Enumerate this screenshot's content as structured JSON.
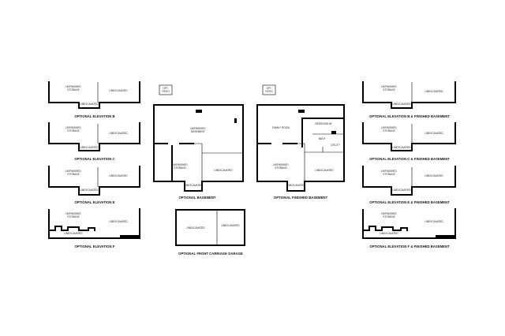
{
  "captions": {
    "elev_b": "OPTIONAL ELEVATION B",
    "elev_c": "OPTIONAL ELEVATION C",
    "elev_e": "OPTIONAL ELEVATION E",
    "elev_f": "OPTIONAL ELEVATION F",
    "basement": "OPTIONAL BASEMENT",
    "finished_basement": "OPTIONAL FINISHED BASEMENT",
    "carriage_garage": "OPTIONAL FRONT CARRIAGE GARAGE",
    "elev_b_finished": "OPTIONAL ELEVATION B & FINISHED BASEMENT",
    "elev_c_finished": "OPTIONAL ELEVATION C & FINISHED BASEMENT",
    "elev_e_finished": "OPTIONAL ELEVATION E & FINISHED BASEMENT",
    "elev_f_finished": "OPTIONAL ELEVATION F & FINISHED BASEMENT"
  },
  "labels": {
    "unfinished_storage": "UNFINISHED STORAGE",
    "unexcavated": "UNEXCAVATED",
    "unfinished_basement": "UNFINISHED BASEMENT",
    "family_room": "FAMILY ROOM",
    "bedroom": "BEDROOM #5",
    "opt_patio": "OPT. PATIO",
    "bath": "BATH",
    "utility": "UTILITY"
  }
}
